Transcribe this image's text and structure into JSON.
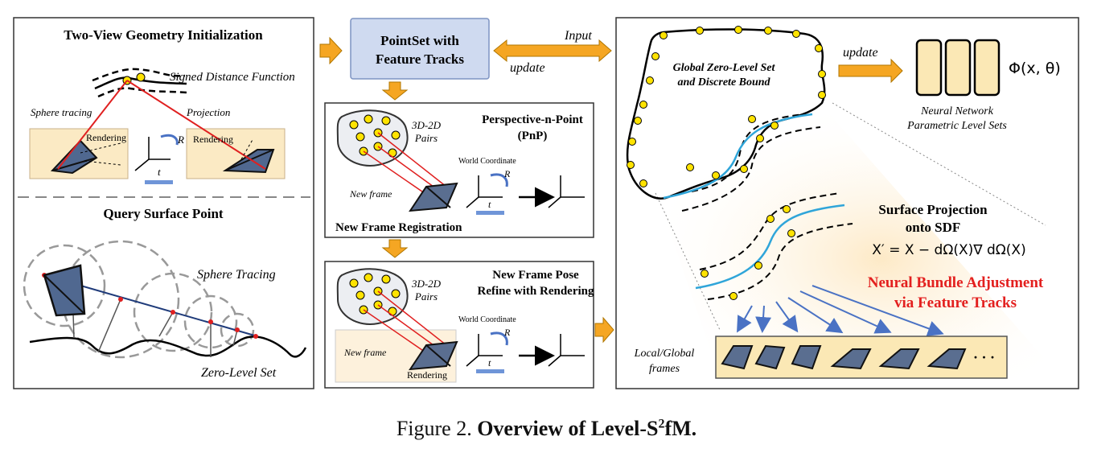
{
  "left_panel": {
    "title_top": "Two-View Geometry Initialization",
    "sdf_label": "Signed Distance Function",
    "sphere_tracing_label": "Sphere tracing",
    "projection_label": "Projection",
    "rendering_label_a": "Rendering",
    "rendering_label_b": "Rendering",
    "rotation_label": "R",
    "translation_label": "t",
    "title_bottom": "Query Surface Point",
    "sphere_tracing_label2": "Sphere Tracing",
    "zero_level_label": "Zero-Level Set"
  },
  "middle": {
    "pointset_line1": "PointSet with",
    "pointset_line2": "Feature Tracks",
    "input_label": "Input",
    "update_label": "update",
    "pnp_title_line1": "Perspective-n-Point",
    "pnp_title_line2": "(PnP)",
    "pairs_line1_a": "3D-2D",
    "pairs_line2_a": "Pairs",
    "world_coord_a": "World Coordinate",
    "rot_a": "R",
    "trans_a": "t",
    "new_frame_a": "New frame",
    "registration_label": "New Frame Registration",
    "refine_line1": "New Frame Pose",
    "refine_line2": "Refine with Rendering",
    "pairs_line1_b": "3D-2D",
    "pairs_line2_b": "Pairs",
    "world_coord_b": "World Coordinate",
    "rot_b": "R",
    "trans_b": "t",
    "new_frame_b": "New frame",
    "rendering_b": "Rendering"
  },
  "right_panel": {
    "global_line1": "Global Zero-Level Set",
    "global_line2": "and Discrete Bound",
    "update_label": "update",
    "phi_label": "Φ(x, θ)",
    "nn_line1": "Neural Network",
    "nn_line2": "Parametric Level Sets",
    "proj_line1": "Surface Projection",
    "proj_line2": "onto SDF",
    "equation": "X′ = X − dΩ(X)∇ dΩ(X)",
    "nba_line1": "Neural Bundle Adjustment",
    "nba_line2": "via Feature Tracks",
    "frames_line1": "Local/Global",
    "frames_line2": "frames",
    "ellipsis": "· · ·"
  },
  "caption": {
    "prefix": "Figure 2. ",
    "bold": "Overview of Level-S",
    "sup": "2",
    "bold_end": "fM."
  }
}
